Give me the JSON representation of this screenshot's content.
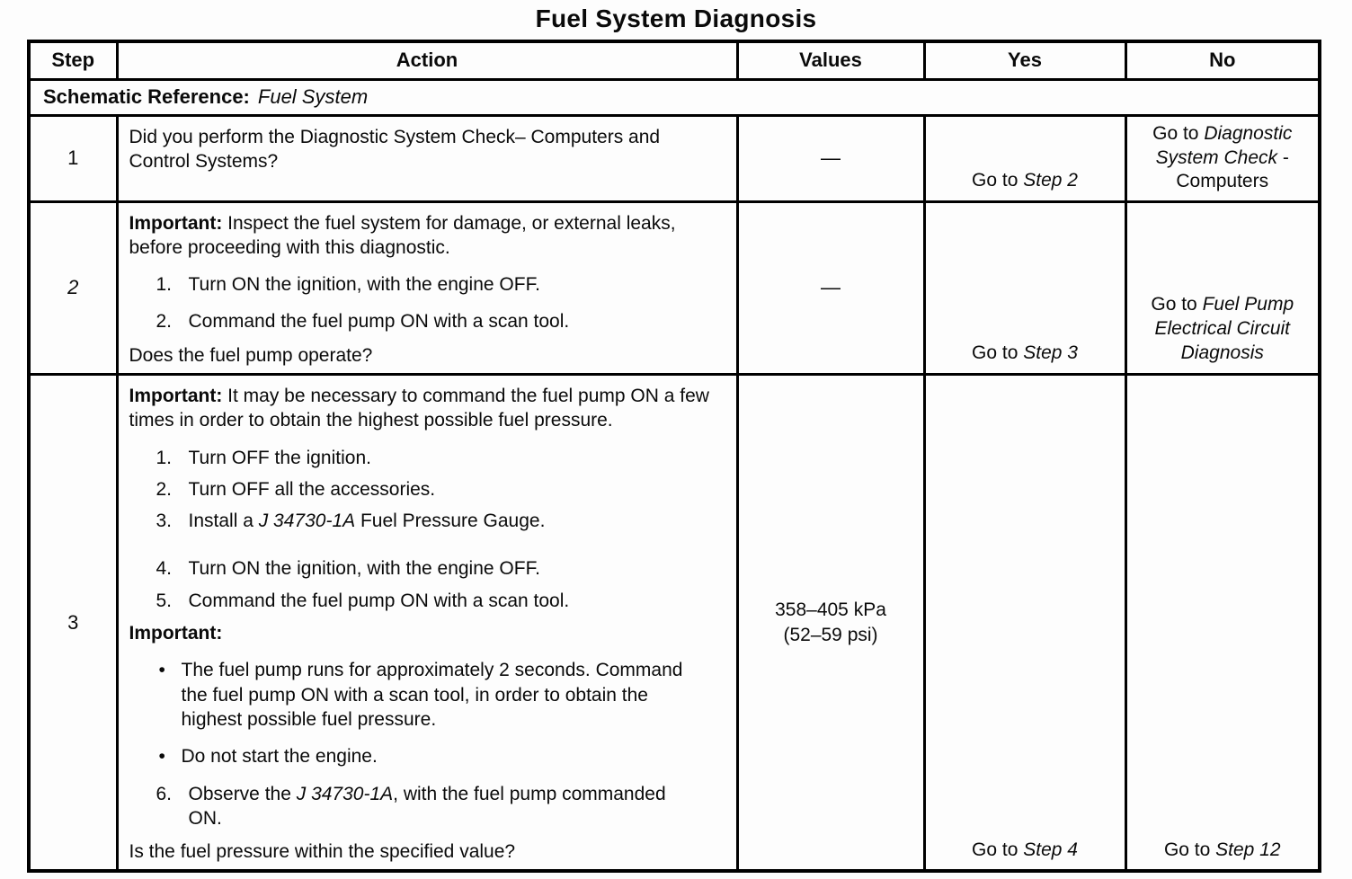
{
  "page": {
    "title": "Fuel System Diagnosis"
  },
  "table": {
    "headers": {
      "step": "Step",
      "action": "Action",
      "values": "Values",
      "yes": "Yes",
      "no": "No"
    },
    "schematic": {
      "label": "Schematic Reference:",
      "value": "Fuel System"
    },
    "glyphs": {
      "bullet": "•"
    },
    "rows": {
      "r1": {
        "step": "1",
        "action_text": "Did you perform the Diagnostic System Check– Computers and Control Systems?",
        "values": "—",
        "yes_prefix": "Go to ",
        "yes_step": "Step 2",
        "no_prefix": "Go to ",
        "no_italic": "Diagnostic System Check",
        "no_suffix": " - Computers"
      },
      "r2": {
        "step": "2",
        "important_label": "Important:",
        "important_text": " Inspect the fuel system for damage, or external leaks, before proceeding with this diagnostic.",
        "item1_num": "1.",
        "item1_text": "Turn ON the ignition, with the engine OFF.",
        "item2_num": "2.",
        "item2_text": "Command the fuel pump ON with a scan tool.",
        "question": "Does the fuel pump operate?",
        "values": "—",
        "yes_prefix": "Go to ",
        "yes_step": "Step 3",
        "no_prefix": "Go to ",
        "no_italic": "Fuel Pump Electrical Circuit Diagnosis"
      },
      "r3": {
        "step": "3",
        "important_label": "Important:",
        "important_text": " It may be necessary to command the fuel pump ON a few times in order to obtain the highest possible fuel pressure.",
        "item1_num": "1.",
        "item1_text": "Turn OFF the ignition.",
        "item2_num": "2.",
        "item2_text": "Turn OFF all the accessories.",
        "item3_num": "3.",
        "item3_pre": "Install a ",
        "item3_italic": "J 34730-1A",
        "item3_post": " Fuel Pressure Gauge.",
        "item4_num": "4.",
        "item4_text": "Turn ON the ignition, with the engine OFF.",
        "item5_num": "5.",
        "item5_text": "Command the fuel pump ON with a scan tool.",
        "important2_label": "Important:",
        "bullet1_text": "The fuel pump runs for approximately 2 seconds. Command the fuel pump ON with a scan tool, in order to obtain the highest possible fuel pressure.",
        "bullet2_text": "Do not start the engine.",
        "item6_num": "6.",
        "item6_pre": "Observe the ",
        "item6_italic": "J 34730-1A",
        "item6_post": ", with the fuel pump commanded ON.",
        "question": "Is the fuel pressure within the specified value?",
        "values_line1": "358–405 kPa",
        "values_line2": "(52–59 psi)",
        "yes_prefix": "Go to ",
        "yes_step": "Step 4",
        "no_prefix": "Go to ",
        "no_step": "Step 12"
      }
    }
  }
}
